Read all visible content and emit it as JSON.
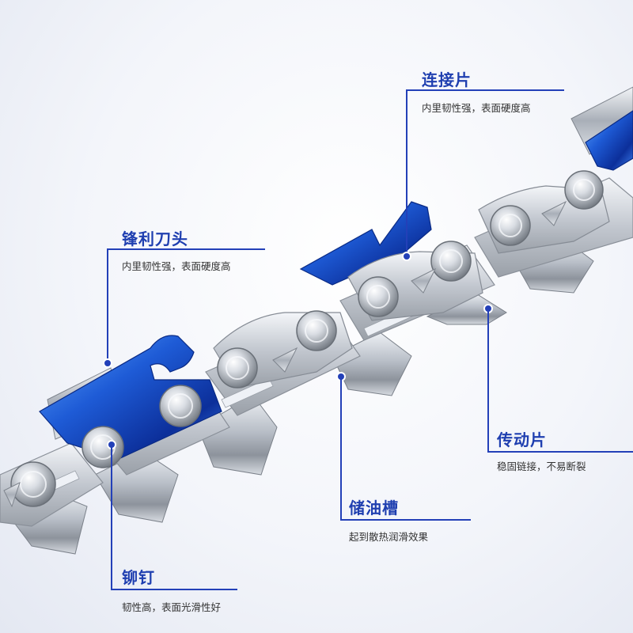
{
  "callouts": {
    "link": {
      "title": "连接片",
      "desc": "内里韧性强，表面硬度高"
    },
    "cutter": {
      "title": "锋利刀头",
      "desc": "内里韧性强，表面硬度高"
    },
    "drive": {
      "title": "传动片",
      "desc": "稳固链接，不易断裂"
    },
    "oil": {
      "title": "储油槽",
      "desc": "起到散热润滑效果"
    },
    "rivet": {
      "title": "铆钉",
      "desc": "韧性高，表面光滑性好"
    }
  },
  "colors": {
    "accent": "#1f3fb0",
    "cutter_blue": "#1e5bd6",
    "steel": "#c9ced6",
    "text": "#333333"
  }
}
